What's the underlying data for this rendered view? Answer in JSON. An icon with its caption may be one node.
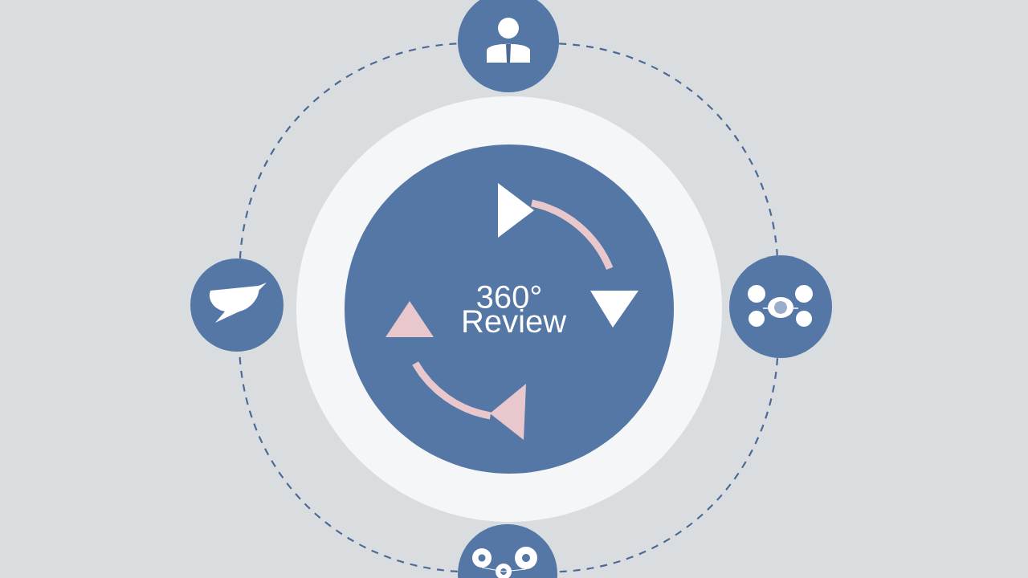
{
  "diagram": {
    "nodes": [
      {
        "text": [],
        "shape": "circle"
      },
      {
        "text": [],
        "shape": "circle"
      },
      {
        "text": [
          "360° Review"
        ]
      },
      {
        "text": [],
        "shape": "circle"
      },
      {
        "text": [],
        "shape": "circle"
      }
    ],
    "edges": [
      {
        "from": 0,
        "to": 3,
        "arrow": "none",
        "style": "dashed"
      },
      {
        "from": 3,
        "to": 4,
        "arrow": "none",
        "style": "dashed"
      },
      {
        "from": 4,
        "to": 1,
        "arrow": "none",
        "style": "dashed"
      },
      {
        "from": 1,
        "to": 0,
        "arrow": "none",
        "style": "dashed"
      }
    ]
  }
}
